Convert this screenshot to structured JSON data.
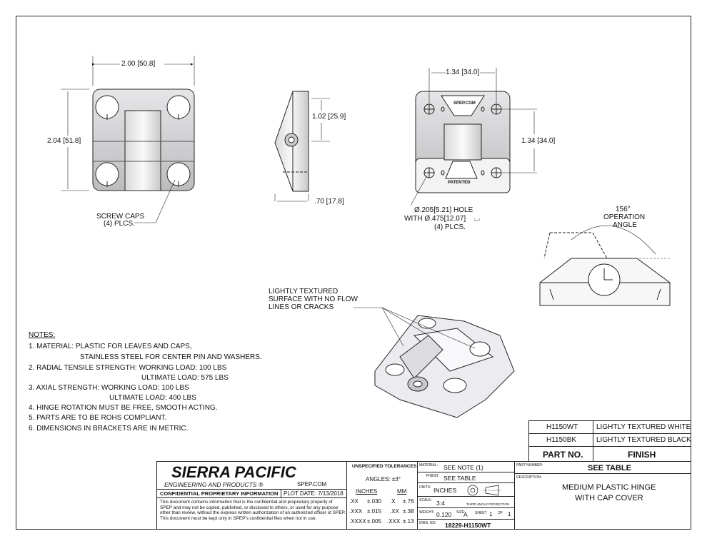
{
  "views": {
    "front": {
      "width_dim": "2.00",
      "width_dim_mm": "50.8",
      "height_dim": "2.04",
      "height_dim_mm": "51.8",
      "screw_caps": "SCREW CAPS",
      "screw_caps_qty": "(4) PLCS."
    },
    "side": {
      "height_dim": "1.02",
      "height_dim_mm": "25.9",
      "depth_dim": ".70",
      "depth_dim_mm": "17.8"
    },
    "rear": {
      "width_dim": "1.34",
      "width_dim_mm": "34.0",
      "height_dim": "1.34",
      "height_dim_mm": "34.0",
      "logo_text": "SPEP.COM",
      "patented_text": "PATENTED",
      "hole_line1": "Ø.205[5.21] HOLE",
      "hole_line2": "WITH Ø.475[12.07]",
      "hole_line3": "(4) PLCS."
    },
    "operation": {
      "angle": "156°",
      "label1": "OPERATION",
      "label2": "ANGLE"
    },
    "iso": {
      "note1": "LIGHTLY TEXTURED",
      "note2": "SURFACE WITH NO FLOW",
      "note3": "LINES OR CRACKS"
    }
  },
  "notes": {
    "heading": "NOTES:",
    "lines": [
      "1.   MATERIAL: PLASTIC FOR LEAVES AND CAPS,",
      "STAINLESS STEEL FOR CENTER PIN AND WASHERS.",
      "2.   RADIAL TENSILE STRENGTH: WORKING LOAD: 100 LBS",
      "ULTIMATE LOAD: 575 LBS",
      "3.   AXIAL STRENGTH:   WORKING LOAD: 100 LBS",
      "ULTIMATE LOAD: 400 LBS",
      "4.   HINGE ROTATION MUST BE FREE, SMOOTH ACTING.",
      "5.   PARTS ARE TO BE ROHS COMPLIANT.",
      "6.   DIMENSIONS IN BRACKETS ARE IN METRIC."
    ]
  },
  "parts_table": {
    "rows": [
      {
        "part": "H1150WT",
        "finish": "LIGHTLY TEXTURED WHITE"
      },
      {
        "part": "H1150BK",
        "finish": "LIGHTLY TEXTURED BLACK"
      }
    ],
    "header_part": "PART NO.",
    "header_finish": "FINISH"
  },
  "title_block": {
    "company": "SIERRA PACIFIC",
    "subtitle": "ENGINEERING AND PRODUCTS",
    "website": "SPEP.COM",
    "confidential": "CONFIDENTIAL PROPRIETARY INFORMATION",
    "plot_date": "PLOT DATE: 7/13/2018",
    "disclaimer": "This document contains information that is the confidential and proprietary property of SPEP and may not be copied, published, or disclosed to others, or used for any purpose  other than review, without the express written authorization of an authorized officer of SPEP. This document must be kept only in SPEP's confidential files when not in use.",
    "tol_header": "UNSPECIFIED TOLERANCES",
    "angles": "ANGLES: ±3°",
    "inches": "INCHES",
    "mm": "MM",
    "tol_rows": [
      {
        "in_fmt": ".XX",
        "in_val": "±.030",
        "mm_fmt": ".X",
        "mm_val": "±.76"
      },
      {
        "in_fmt": ".XXX",
        "in_val": "±.015",
        "mm_fmt": ".XX",
        "mm_val": "±.38"
      },
      {
        "in_fmt": ".XXXX",
        "in_val": "±.005",
        "mm_fmt": ".XXX",
        "mm_val": "±.13"
      }
    ],
    "material_label": "MATERIAL:",
    "material": "SEE NOTE (1)",
    "finish_label": "FINISH:",
    "finish": "SEE TABLE",
    "units_label": "UNITS:",
    "units": "INCHES",
    "scale_label": "SCALE:",
    "scale": "3:4",
    "projection": "THIRD ANGLE PROJECTION",
    "weight_label": "WEIGHT:",
    "weight": "0.120",
    "size_label": "SIZE:",
    "size": "A",
    "sheet_label": "SHEET",
    "sheet": "1",
    "of_label": "OF",
    "of": "1",
    "dwg_label": "DWG. NO.",
    "dwg_no": "18229-H1150WT",
    "part_number_label": "PART NUMBER:",
    "part_number": "SEE TABLE",
    "description_label": "DESCRIPTION:",
    "description1": "MEDIUM PLASTIC HINGE",
    "description2": "WITH CAP COVER"
  }
}
